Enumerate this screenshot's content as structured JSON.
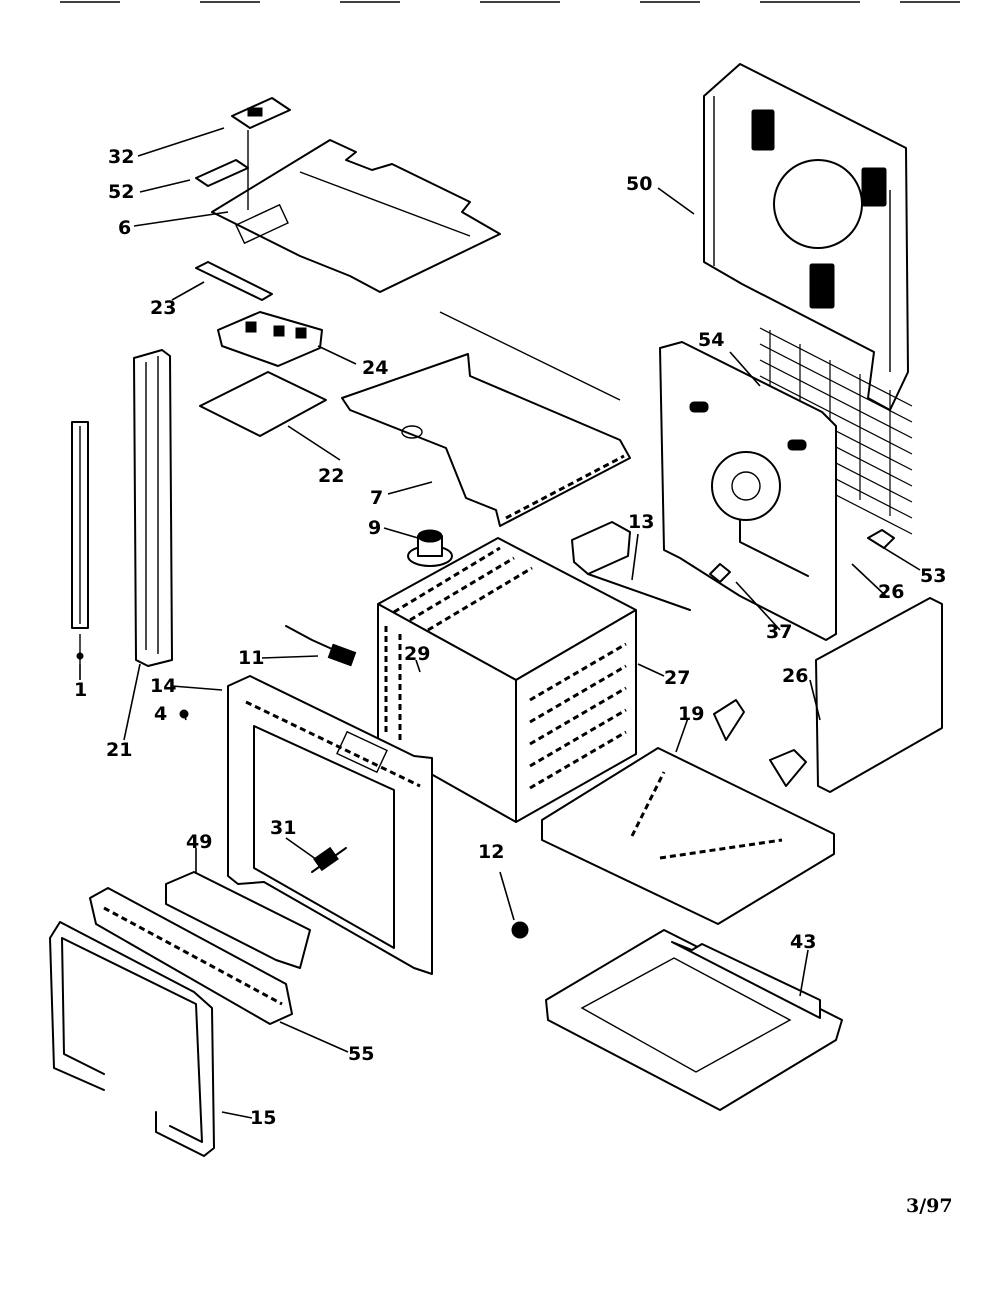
{
  "callouts": {
    "c32": "32",
    "c52": "52",
    "c6": "6",
    "c23": "23",
    "c24": "24",
    "c22": "22",
    "c7": "7",
    "c9": "9",
    "c1": "1",
    "c21": "21",
    "c14": "14",
    "c4": "4",
    "c11": "11",
    "c29": "29",
    "c31": "31",
    "c49": "49",
    "c12": "12",
    "c27": "27",
    "c13": "13",
    "c19": "19",
    "c43": "43",
    "c55": "55",
    "c15": "15",
    "c50": "50",
    "c54": "54",
    "c53": "53",
    "c26a": "26",
    "c26b": "26",
    "c37": "37"
  },
  "footer": {
    "date": "3/97"
  }
}
